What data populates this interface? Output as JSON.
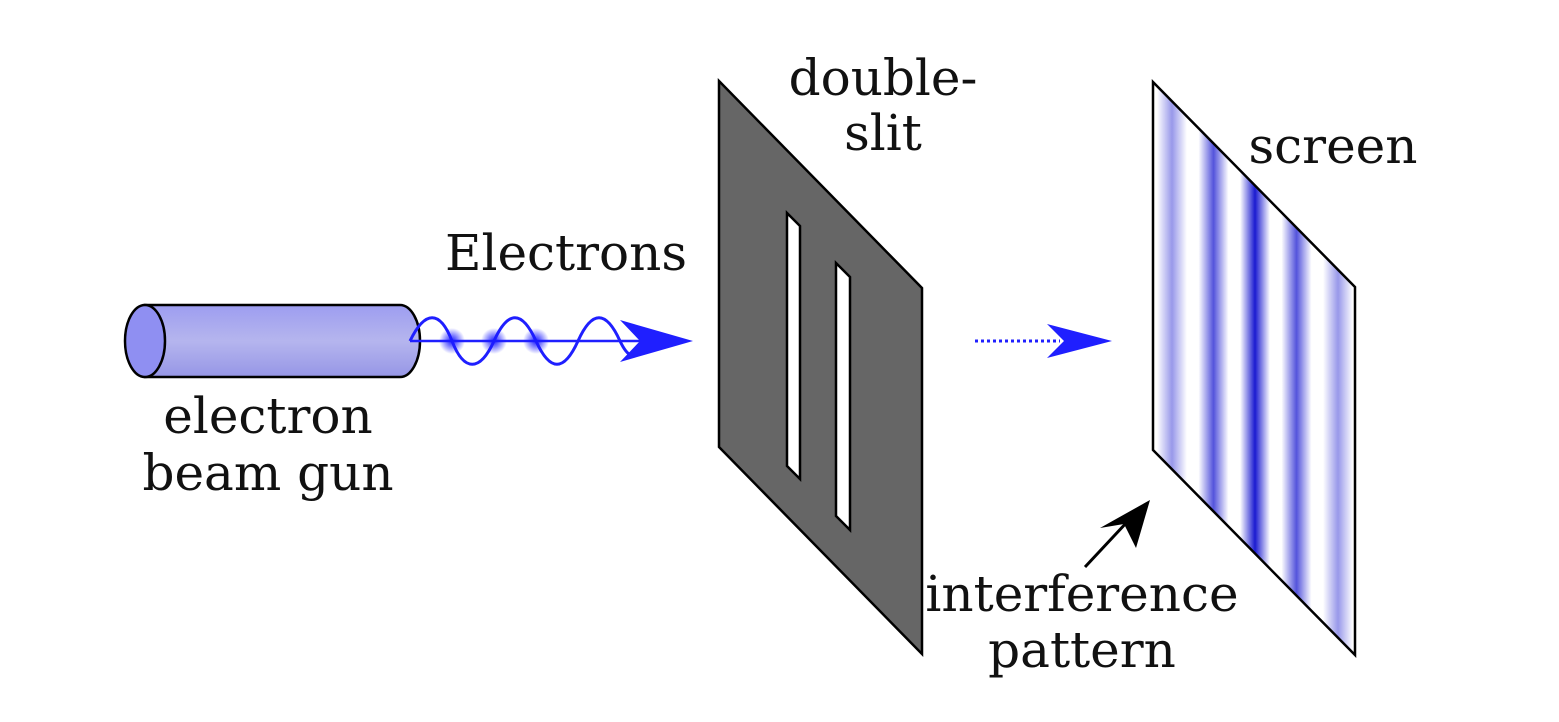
{
  "labels": {
    "electron_gun_line1": "electron",
    "electron_gun_line2": "beam gun",
    "electrons": "Electrons",
    "double_slit_line1": "double-",
    "double_slit_line2": "slit",
    "screen": "screen",
    "interference_line1": "interference",
    "interference_line2": "pattern"
  },
  "colors": {
    "beam": "#1f1fff",
    "gun_body": "#a9a9ee",
    "gun_face": "#8f8ff2",
    "slit_plate": "#666666",
    "fringe": "#1a1ad0"
  },
  "fringe_intensities": [
    0.45,
    0.75,
    1.0,
    0.75,
    0.45
  ]
}
